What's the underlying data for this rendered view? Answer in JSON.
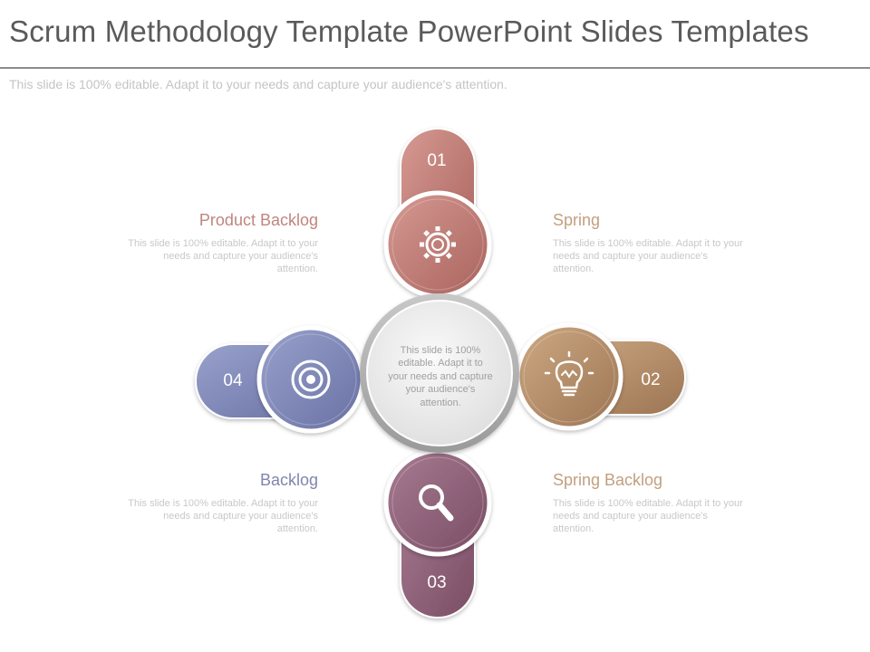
{
  "slide": {
    "title": "Scrum Methodology Template PowerPoint Slides Templates",
    "subtitle": "This slide is 100% editable. Adapt it to your needs and capture your audience's attention."
  },
  "center": {
    "text": "This slide is 100% editable. Adapt it to your needs and capture your audience's attention."
  },
  "steps": [
    {
      "number": "01",
      "title": "Product Backlog",
      "description": "This slide is 100% editable. Adapt it to your needs and capture your audience's attention.",
      "icon": "gear-icon",
      "color": "#b9706a",
      "title_color": "#c0857e"
    },
    {
      "number": "02",
      "title": "Spring",
      "description": "This slide is 100% editable. Adapt it to your needs and capture your audience's attention.",
      "icon": "lightbulb-icon",
      "color": "#b18b68",
      "title_color": "#c29f7f"
    },
    {
      "number": "03",
      "title": "Spring Backlog",
      "description": "This slide is 100% editable. Adapt it to your needs and capture your audience's attention.",
      "icon": "magnifier-icon",
      "color": "#8e6178",
      "title_color": "#c29f7f"
    },
    {
      "number": "04",
      "title": "Backlog",
      "description": "This slide is 100% editable. Adapt it to your needs and capture your audience's attention.",
      "icon": "target-icon",
      "color": "#7d87b5",
      "title_color": "#7f86ad"
    }
  ]
}
